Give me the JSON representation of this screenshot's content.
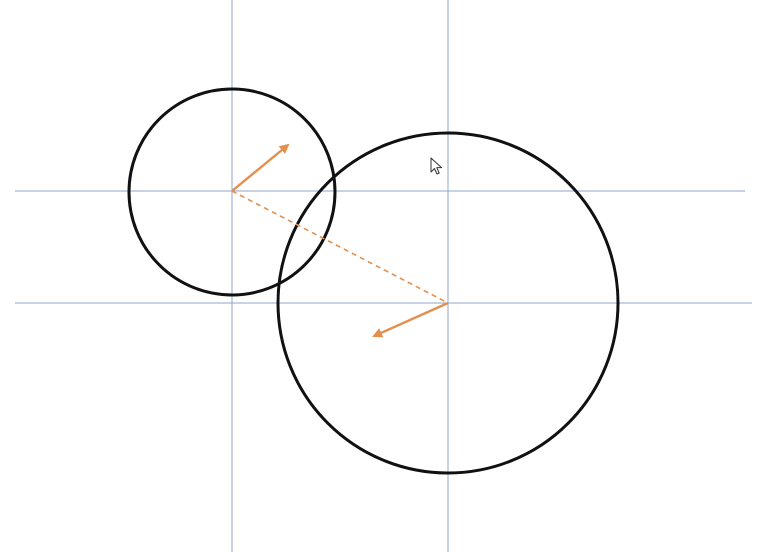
{
  "diagram": {
    "description_free": true,
    "colors": {
      "background": "#ffffff",
      "guide_line": "#8fa7c9",
      "circle_stroke": "#111111",
      "vector": "#e3904f",
      "cursor_fill": "#ffffff",
      "cursor_stroke": "#333333"
    },
    "elements": {
      "guide_lines": [
        "vertical-guide-small",
        "vertical-guide-large",
        "horizontal-guide-small",
        "horizontal-guide-large"
      ],
      "circles": [
        "small-circle",
        "large-circle"
      ],
      "vectors": [
        "small-circle-velocity-arrow",
        "large-circle-velocity-arrow"
      ],
      "connector": "center-connector-dashed-line",
      "cursor_icon": "mouse-pointer-icon"
    }
  }
}
